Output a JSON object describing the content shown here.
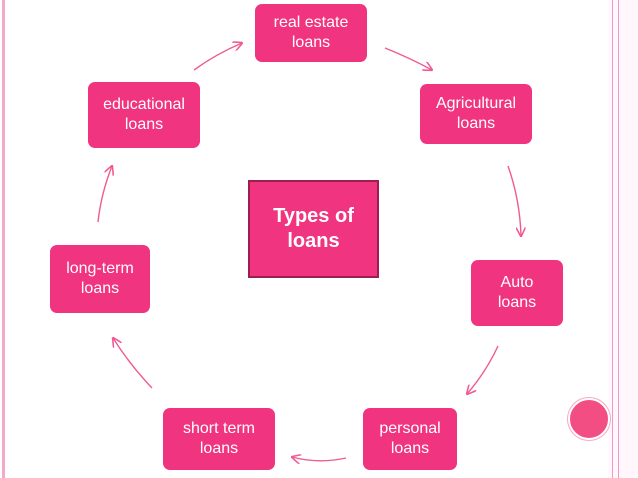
{
  "center": {
    "line1": "Types of",
    "line2": "loans"
  },
  "nodes": [
    {
      "line1": "real estate",
      "line2": "loans"
    },
    {
      "line1": "Agricultural",
      "line2": "loans"
    },
    {
      "line1": "Auto",
      "line2": "loans"
    },
    {
      "line1": "personal",
      "line2": "loans"
    },
    {
      "line1": "short term",
      "line2": "loans"
    },
    {
      "line1": "long-term",
      "line2": "loans"
    },
    {
      "line1": "educational",
      "line2": "loans"
    }
  ],
  "colors": {
    "node_fill": "#f0347f",
    "center_border": "#9c1f4f",
    "arrow": "#f05a93",
    "accent_circle": "#f34e83"
  }
}
